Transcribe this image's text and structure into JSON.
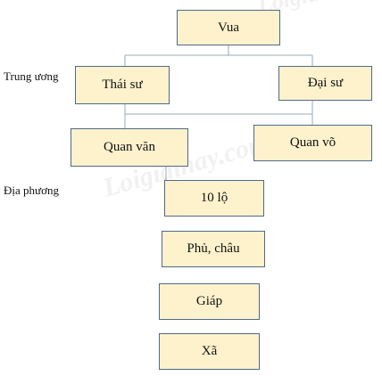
{
  "diagram": {
    "nodes": {
      "vua": "Vua",
      "thai_su": "Thái sư",
      "dai_su": "Đại sư",
      "quan_van": "Quan văn",
      "quan_vo": "Quan võ",
      "muoi_lo": "10 lộ",
      "phu_chau": "Phủ, châu",
      "giap": "Giáp",
      "xa": "Xã"
    },
    "section_labels": {
      "central": "Trung ương",
      "local": "Địa phương"
    },
    "watermark": "Loigiaihay.com",
    "colors": {
      "box_fill": "#fdf2cc",
      "box_border": "#4e6a89",
      "connector": "#9aa9b7"
    }
  }
}
